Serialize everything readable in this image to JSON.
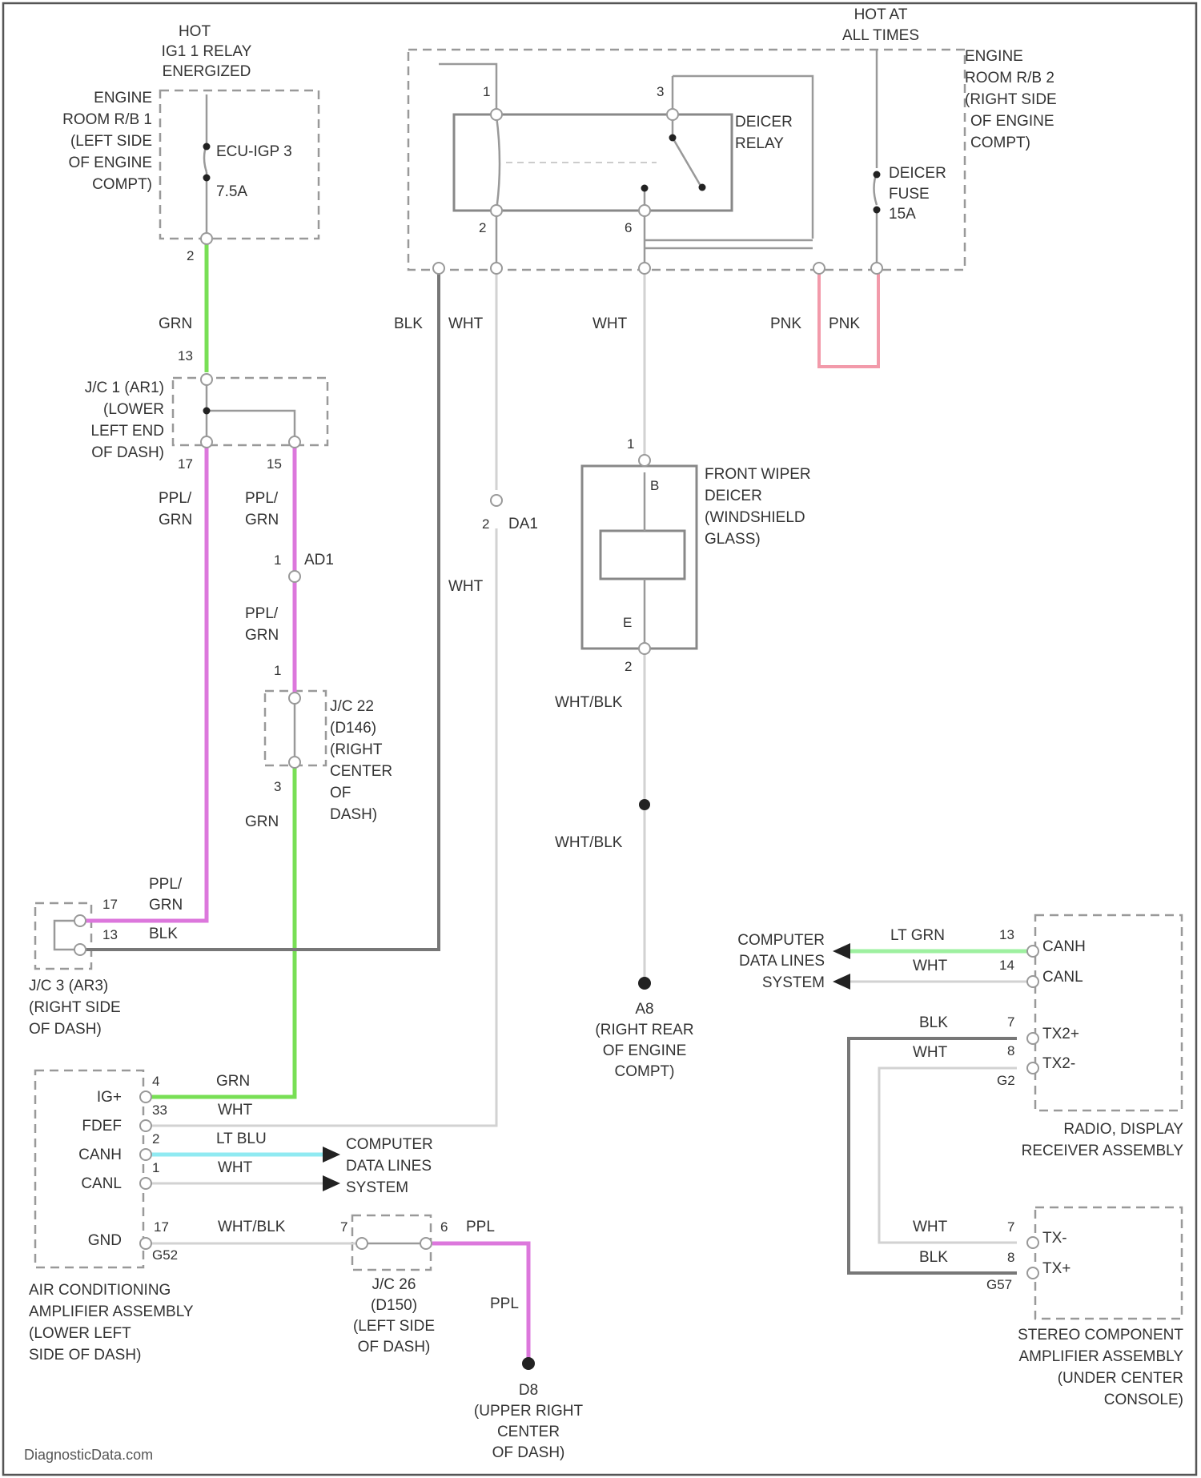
{
  "labels": {
    "hot_ig1_1": "HOT",
    "hot_ig1_2": "IG1 1 RELAY",
    "hot_ig1_3": "ENERGIZED",
    "er1_1": "ENGINE",
    "er1_2": "ROOM R/B 1",
    "er1_3": "(LEFT SIDE",
    "er1_4": "OF ENGINE",
    "er1_5": "COMPT)",
    "ecu_fuse_1": "ECU-IGP 3",
    "ecu_fuse_2": "7.5A",
    "hot_all_1": "HOT AT",
    "hot_all_2": "ALL TIMES",
    "er2_1": "ENGINE",
    "er2_2": "ROOM R/B 2",
    "er2_3": "(RIGHT SIDE",
    "er2_4": "OF ENGINE",
    "er2_5": "COMPT)",
    "relay_1": "DEICER",
    "relay_2": "RELAY",
    "deicer_fuse_1": "DEICER",
    "deicer_fuse_2": "FUSE",
    "deicer_fuse_3": "15A",
    "jc1_1": "J/C 1 (AR1)",
    "jc1_2": "(LOWER",
    "jc1_3": "LEFT END",
    "jc1_4": "OF DASH)",
    "ad1": "AD1",
    "jc22_1": "J/C 22",
    "jc22_2": "(D146)",
    "jc22_3": "(RIGHT",
    "jc22_4": "CENTER",
    "jc22_5": "OF",
    "jc22_6": "DASH)",
    "da1": "DA1",
    "wiper_1": "FRONT WIPER",
    "wiper_2": "DEICER",
    "wiper_3": "(WINDSHIELD",
    "wiper_4": "GLASS)",
    "jc3_1": "J/C 3 (AR3)",
    "jc3_2": "(RIGHT SIDE",
    "jc3_3": "OF DASH)",
    "a8_1": "A8",
    "a8_2": "(RIGHT REAR",
    "a8_3": "OF ENGINE",
    "a8_4": "COMPT)",
    "cds1_1": "COMPUTER",
    "cds1_2": "DATA LINES",
    "cds1_3": "SYSTEM",
    "cds2_1": "COMPUTER",
    "cds2_2": "DATA LINES",
    "cds2_3": "SYSTEM",
    "radio_1": "RADIO, DISPLAY",
    "radio_2": "RECEIVER ASSEMBLY",
    "stereo_1": "STEREO COMPONENT",
    "stereo_2": "AMPLIFIER ASSEMBLY",
    "stereo_3": "(UNDER CENTER",
    "stereo_4": "CONSOLE)",
    "ac_1": "AIR CONDITIONING",
    "ac_2": "AMPLIFIER ASSEMBLY",
    "ac_3": "(LOWER LEFT",
    "ac_4": "SIDE OF DASH)",
    "jc26_1": "J/C 26",
    "jc26_2": "(D150)",
    "jc26_3": "(LEFT SIDE",
    "jc26_4": "OF DASH)",
    "d8_1": "D8",
    "d8_2": "(UPPER RIGHT",
    "d8_3": "CENTER",
    "d8_4": "OF DASH)",
    "footer": "DiagnosticData.com"
  },
  "pins": {
    "relay_1": "1",
    "relay_3": "3",
    "relay_2": "2",
    "relay_6": "6",
    "er1_2": "2",
    "jc1_13": "13",
    "jc1_17": "17",
    "jc1_15": "15",
    "ad1_1": "1",
    "jc22_1": "1",
    "jc22_3": "3",
    "da1_2": "2",
    "wiper_1": "1",
    "wiper_b": "B",
    "wiper_e": "E",
    "wiper_2": "2",
    "jc3_17": "17",
    "jc3_13": "13",
    "radio_13": "13",
    "radio_14": "14",
    "radio_7": "7",
    "radio_8": "8",
    "radio_g2": "G2",
    "stereo_7": "7",
    "stereo_8": "8",
    "stereo_g5": "G57",
    "ac_4": "4",
    "ac_33": "33",
    "ac_2": "2",
    "ac_1": "1",
    "ac_17": "17",
    "ac_g52": "G52",
    "jc26_7": "7",
    "jc26_6": "6"
  },
  "terminals": {
    "radio_canh": "CANH",
    "radio_canl": "CANL",
    "radio_tx2p": "TX2+",
    "radio_tx2m": "TX2-",
    "stereo_txm": "TX-",
    "stereo_txp": "TX+",
    "ac_igp": "IG+",
    "ac_fdef": "FDEF",
    "ac_canh": "CANH",
    "ac_canl": "CANL",
    "ac_gnd": "GND"
  },
  "wires": {
    "er1_grn": "GRN",
    "jc1_ppl_a1": "PPL/",
    "jc1_ppl_a2": "GRN",
    "jc1_ppl_b1": "PPL/",
    "jc1_ppl_b2": "GRN",
    "ad1_ppl_1": "PPL/",
    "ad1_ppl_2": "GRN",
    "jc22_grn": "GRN",
    "relay_blk": "BLK",
    "relay_wht_a": "WHT",
    "relay_wht_b": "WHT",
    "relay_wht_c": "WHT",
    "pnk_a": "PNK",
    "pnk_b": "PNK",
    "wiper_whtblk_a": "WHT/BLK",
    "wiper_whtblk_b": "WHT/BLK",
    "jc3_ppl_1": "PPL/",
    "jc3_ppl_2": "GRN",
    "jc3_blk": "BLK",
    "radio_ltgrn": "LT GRN",
    "radio_wht": "WHT",
    "radio_blk": "BLK",
    "radio_wht2": "WHT",
    "stereo_wht": "WHT",
    "stereo_blk": "BLK",
    "ac_grn": "GRN",
    "ac_wht": "WHT",
    "ac_ltblu": "LT BLU",
    "ac_wht2": "WHT",
    "ac_whtblk": "WHT/BLK",
    "jc26_ppl": "PPL",
    "d8_ppl": "PPL"
  }
}
